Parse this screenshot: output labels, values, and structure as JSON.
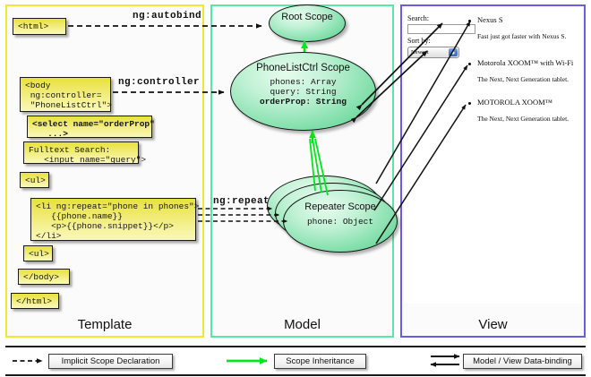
{
  "columns": {
    "template": {
      "label": "Template",
      "border_color": "#f2e733"
    },
    "model": {
      "label": "Model",
      "border_color": "#56e8a4"
    },
    "view": {
      "label": "View",
      "border_color": "#6a5de0"
    }
  },
  "template": {
    "boxes": [
      {
        "name": "html-open-tag",
        "text": "<html>"
      },
      {
        "name": "body-controller-tag",
        "text": "<body\n ng:controller=\n \"PhoneListCtrl\">"
      },
      {
        "name": "select-orderprop-tag",
        "text": "<select name=\"orderProp\"\n   ...>"
      },
      {
        "name": "fulltext-search-input",
        "text": "Fulltext Search:\n   <input name=\"query\">"
      },
      {
        "name": "ul-open-tag",
        "text": "<ul>"
      },
      {
        "name": "li-ngrepeat-tag",
        "text": "<li ng:repeat=\"phone in phones\">\n   {{phone.name}}\n   <p>{{phone.snippet}}</p>\n</li>"
      },
      {
        "name": "ul-close-tag",
        "text": "<ul>"
      },
      {
        "name": "body-close-tag",
        "text": "</body>"
      },
      {
        "name": "html-close-tag",
        "text": "</html>"
      }
    ]
  },
  "connectors": {
    "autobind": "ng:autobind",
    "controller": "ng:controller",
    "repeat": "ng:repeat"
  },
  "model": {
    "root_scope": {
      "title": "Root\nScope",
      "props": ""
    },
    "phonelist_scope": {
      "title": "PhoneListCtrl\nScope",
      "prop_phones": "phones: Array",
      "prop_query": "query: String",
      "prop_orderprop": "orderProp: String"
    },
    "repeater_scope": {
      "title": "Repeater\nScope",
      "prop_phone": "phone: Object"
    }
  },
  "view": {
    "search_label": "Search:",
    "search_value": "",
    "search_placeholder": "",
    "sort_label": "Sort by:",
    "sort_selected": "Newest",
    "phones": [
      {
        "title": "Nexus S",
        "desc": "Fast just got faster with Nexus S."
      },
      {
        "title": "Motorola XOOM™ with Wi-Fi",
        "desc": "The Next, Next Generation tablet."
      },
      {
        "title": "MOTOROLA XOOM™",
        "desc": "The Next, Next Generation tablet."
      }
    ]
  },
  "legend": {
    "implicit": "Implicit Scope Declaration",
    "inheritance": "Scope Inheritance",
    "databinding": "Model / View Data-binding",
    "inheritance_color": "#00e81a",
    "implicit_color": "#111111",
    "databinding_color": "#111111"
  }
}
